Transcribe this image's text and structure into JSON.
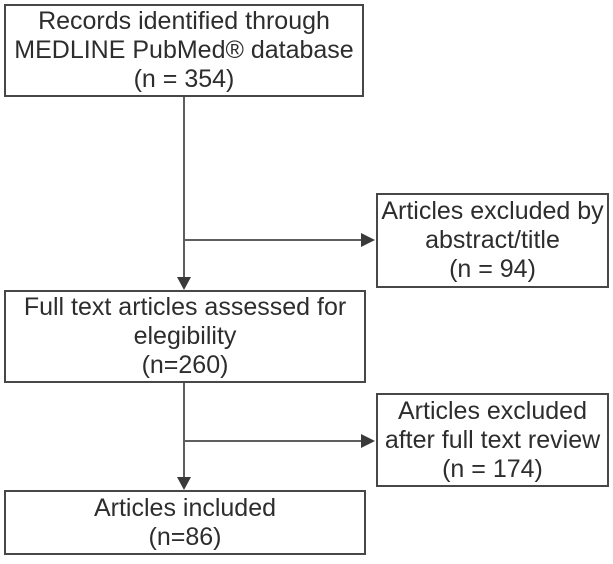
{
  "flowchart": {
    "boxes": {
      "identified": {
        "lines": [
          "Records identified through",
          "MEDLINE PubMed® database",
          "(n = 354)"
        ],
        "n": 354
      },
      "excluded_abstract": {
        "lines": [
          "Articles excluded by",
          "abstract/title",
          "(n = 94)"
        ],
        "n": 94
      },
      "assessed": {
        "lines": [
          "Full text articles assessed for",
          "elegibility",
          "(n=260)"
        ],
        "n": 260
      },
      "excluded_fulltext": {
        "lines": [
          "Articles excluded",
          "after full text review",
          "(n = 174)"
        ],
        "n": 174
      },
      "included": {
        "lines": [
          "Articles included",
          "(n=86)"
        ],
        "n": 86
      }
    },
    "connections": [
      {
        "from": "identified",
        "to": "assessed",
        "type": "arrow-down"
      },
      {
        "from": "identified",
        "to": "excluded_abstract",
        "type": "arrow-right-branch"
      },
      {
        "from": "assessed",
        "to": "included",
        "type": "arrow-down"
      },
      {
        "from": "assessed",
        "to": "excluded_fulltext",
        "type": "arrow-right-branch"
      }
    ],
    "colors": {
      "background": "#ffffff",
      "box_border": "#474747",
      "text": "#2d2d2d",
      "connector_line": "#5f5f5f",
      "arrowhead": "#3a3a3a"
    }
  }
}
